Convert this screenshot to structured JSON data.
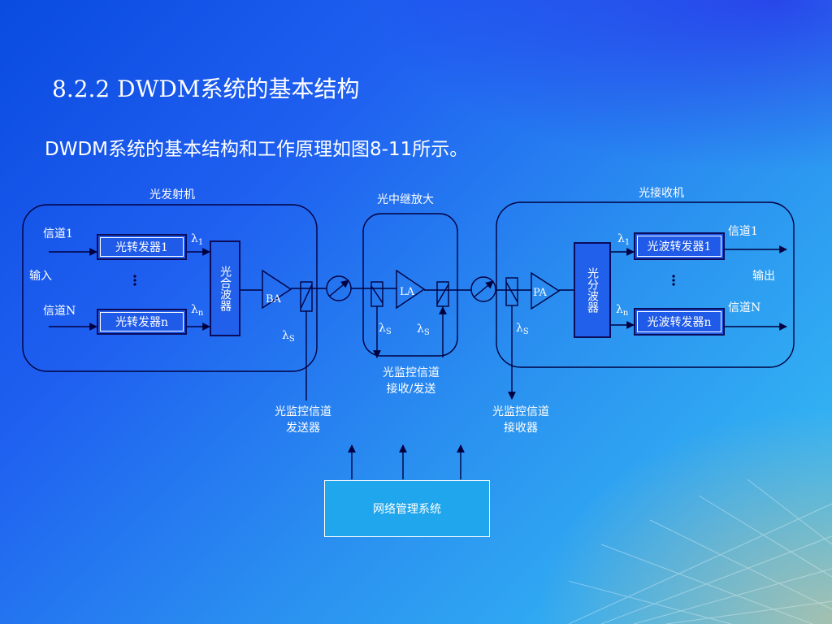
{
  "slide": {
    "title": "8.2.2  DWDM系统的基本结构",
    "subtitle": "DWDM系统的基本结构和工作原理如图8-11所示。"
  },
  "diagram": {
    "transmitter_title": "光发射机",
    "repeater_title": "光中继放大",
    "receiver_title": "光接收机",
    "channel_1": "信道1",
    "channel_n": "信道N",
    "input_label": "输入",
    "output_label": "输出",
    "transponder_1": "光转发器1",
    "transponder_n": "光转发器n",
    "wave_transponder_1": "光波转发器1",
    "wave_transponder_n": "光波转发器n",
    "combiner": "光合波器",
    "splitter": "光分波器",
    "booster_amp": "BA",
    "line_amp": "LA",
    "pre_amp": "PA",
    "lambda": "λ",
    "sub_1": "1",
    "sub_n": "n",
    "sub_s": "S",
    "osc_transmitter": "光监控信道\n发送器",
    "osc_transceiver": "光监控信道\n接收/发送",
    "osc_receiver": "光监控信道\n接收器",
    "nms": "网络管理系统"
  },
  "colors": {
    "line": "#000040",
    "box_border": "#0b0b5a",
    "text": "#ffffff"
  }
}
